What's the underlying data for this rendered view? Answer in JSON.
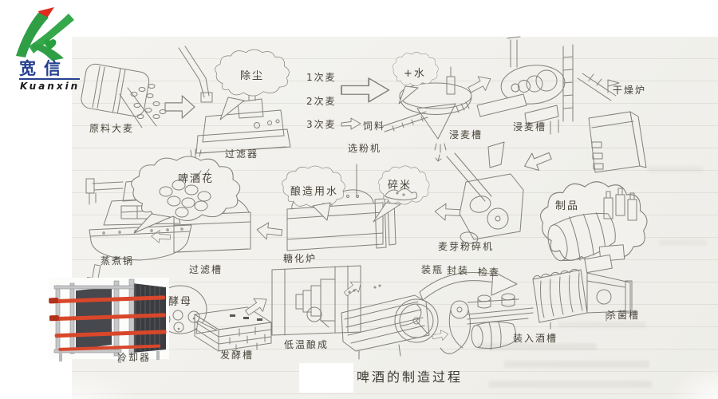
{
  "title": "啤酒的制造过程",
  "logo": {
    "cn": "宽信",
    "en": "Kuanxin"
  },
  "labels": {
    "raw_barley": "原料大麦",
    "dust_removal": "除尘",
    "filter": "过滤器",
    "wheat_1": "1次麦",
    "wheat_2": "2次麦",
    "wheat_3": "3次麦",
    "feed": "饲料",
    "powder_selector": "选粉机",
    "plus_water": "+水",
    "steeping_tank_1": "浸麦槽",
    "steeping_tank_2": "浸麦槽",
    "drying_furnace": "干燥炉",
    "hops": "啤酒花",
    "brewing_water": "酿造用水",
    "broken_rice": "碎米",
    "malt_crusher": "麦芽粉碎机",
    "products": "制品",
    "boiling_pot": "蒸煮锅",
    "filter_tank": "过滤槽",
    "saccharification_furnace": "糖化炉",
    "yeast": "酵母",
    "fermentation_tank": "发酵槽",
    "low_temp_brewing": "低温酿成",
    "bottling": "装瓶",
    "sealing": "封装",
    "inspection": "检查",
    "fill_into_tank": "装入酒槽",
    "sterilization_tank": "杀菌槽",
    "cooler": "冷却器"
  },
  "colors": {
    "paper": "#f2f1ed",
    "ink_line": "#84817a",
    "label_text": "#474439",
    "logo_green": "#2f9e45",
    "logo_red": "#e02b1e",
    "logo_navy": "#25408f",
    "cooler_red": "#d9472b",
    "cooler_dark": "#3a3c40"
  },
  "icons": {
    "cooler_photo": "plate-heat-exchanger-photo",
    "diagram": "hand-drawn-beer-process"
  }
}
